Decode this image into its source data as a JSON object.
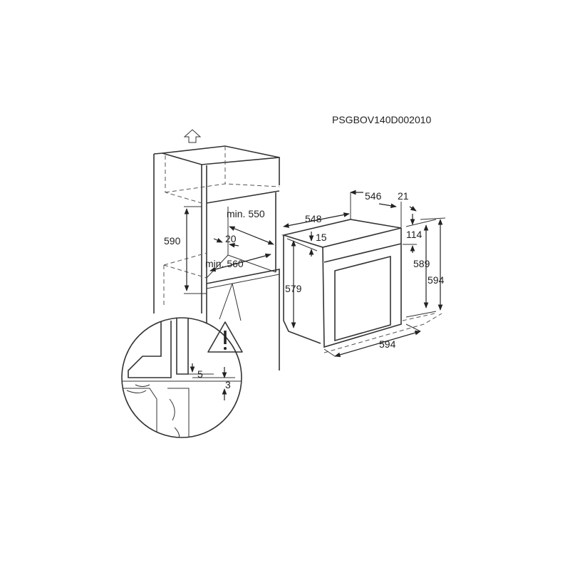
{
  "diagram": {
    "code": "PSGBOV140D002010",
    "cabinet": {
      "height_opening": "590",
      "depth_min": "min. 550",
      "width_min": "min. 560",
      "gap": "20"
    },
    "detail": {
      "gap_a": "5",
      "gap_b": "3",
      "warning_icon": "warning-triangle"
    },
    "oven": {
      "depth_body": "546",
      "front_thickness": "21",
      "depth_total": "548",
      "top_offset": "15",
      "side_height": "579",
      "panel_offset": "114",
      "body_height": "589",
      "front_height": "594",
      "width": "594"
    }
  }
}
